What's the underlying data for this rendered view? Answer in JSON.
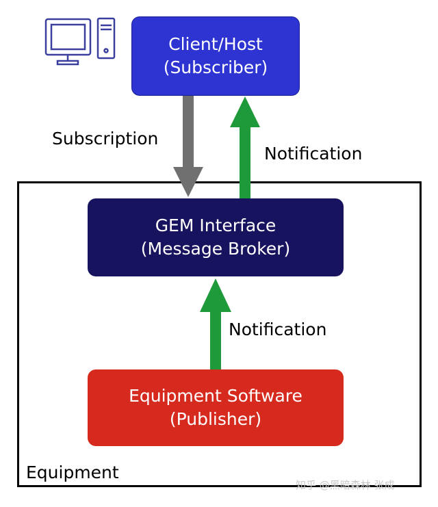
{
  "nodes": {
    "client": {
      "line1": "Client/Host",
      "line2": "(Subscriber)"
    },
    "gem": {
      "line1": "GEM Interface",
      "line2": "(Message Broker)"
    },
    "equipment": {
      "line1": "Equipment Software",
      "line2": "(Publisher)"
    }
  },
  "edges": {
    "subscription": "Subscription",
    "notification_top": "Notification",
    "notification_mid": "Notification"
  },
  "container_label": "Equipment",
  "watermark": "知乎 @黑暗森林 张成",
  "colors": {
    "client": "#2d34d2",
    "gem": "#18135e",
    "equipment": "#d62a1e",
    "subscription_arrow": "#707070",
    "notification_arrow": "#1f9a3a"
  },
  "icons": [
    "computer-icon"
  ]
}
